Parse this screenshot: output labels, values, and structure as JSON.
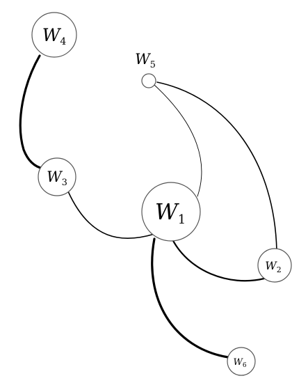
{
  "nodes": [
    {
      "id": "W1",
      "letter": "W",
      "sub": "1"
    },
    {
      "id": "W2",
      "letter": "W",
      "sub": "2"
    },
    {
      "id": "W3",
      "letter": "W",
      "sub": "3"
    },
    {
      "id": "W4",
      "letter": "W",
      "sub": "4"
    },
    {
      "id": "W5",
      "letter": "W",
      "sub": "5"
    },
    {
      "id": "W6",
      "letter": "W",
      "sub": "6"
    }
  ],
  "edges": [
    {
      "from": "W4",
      "to": "W3"
    },
    {
      "from": "W3",
      "to": "W1"
    },
    {
      "from": "W5",
      "to": "W1"
    },
    {
      "from": "W5",
      "to": "W2"
    },
    {
      "from": "W1",
      "to": "W2"
    },
    {
      "from": "W1",
      "to": "W6"
    }
  ],
  "colors": {
    "edge": "#000000",
    "node_border": "#555555",
    "node_fill": "#ffffff"
  }
}
